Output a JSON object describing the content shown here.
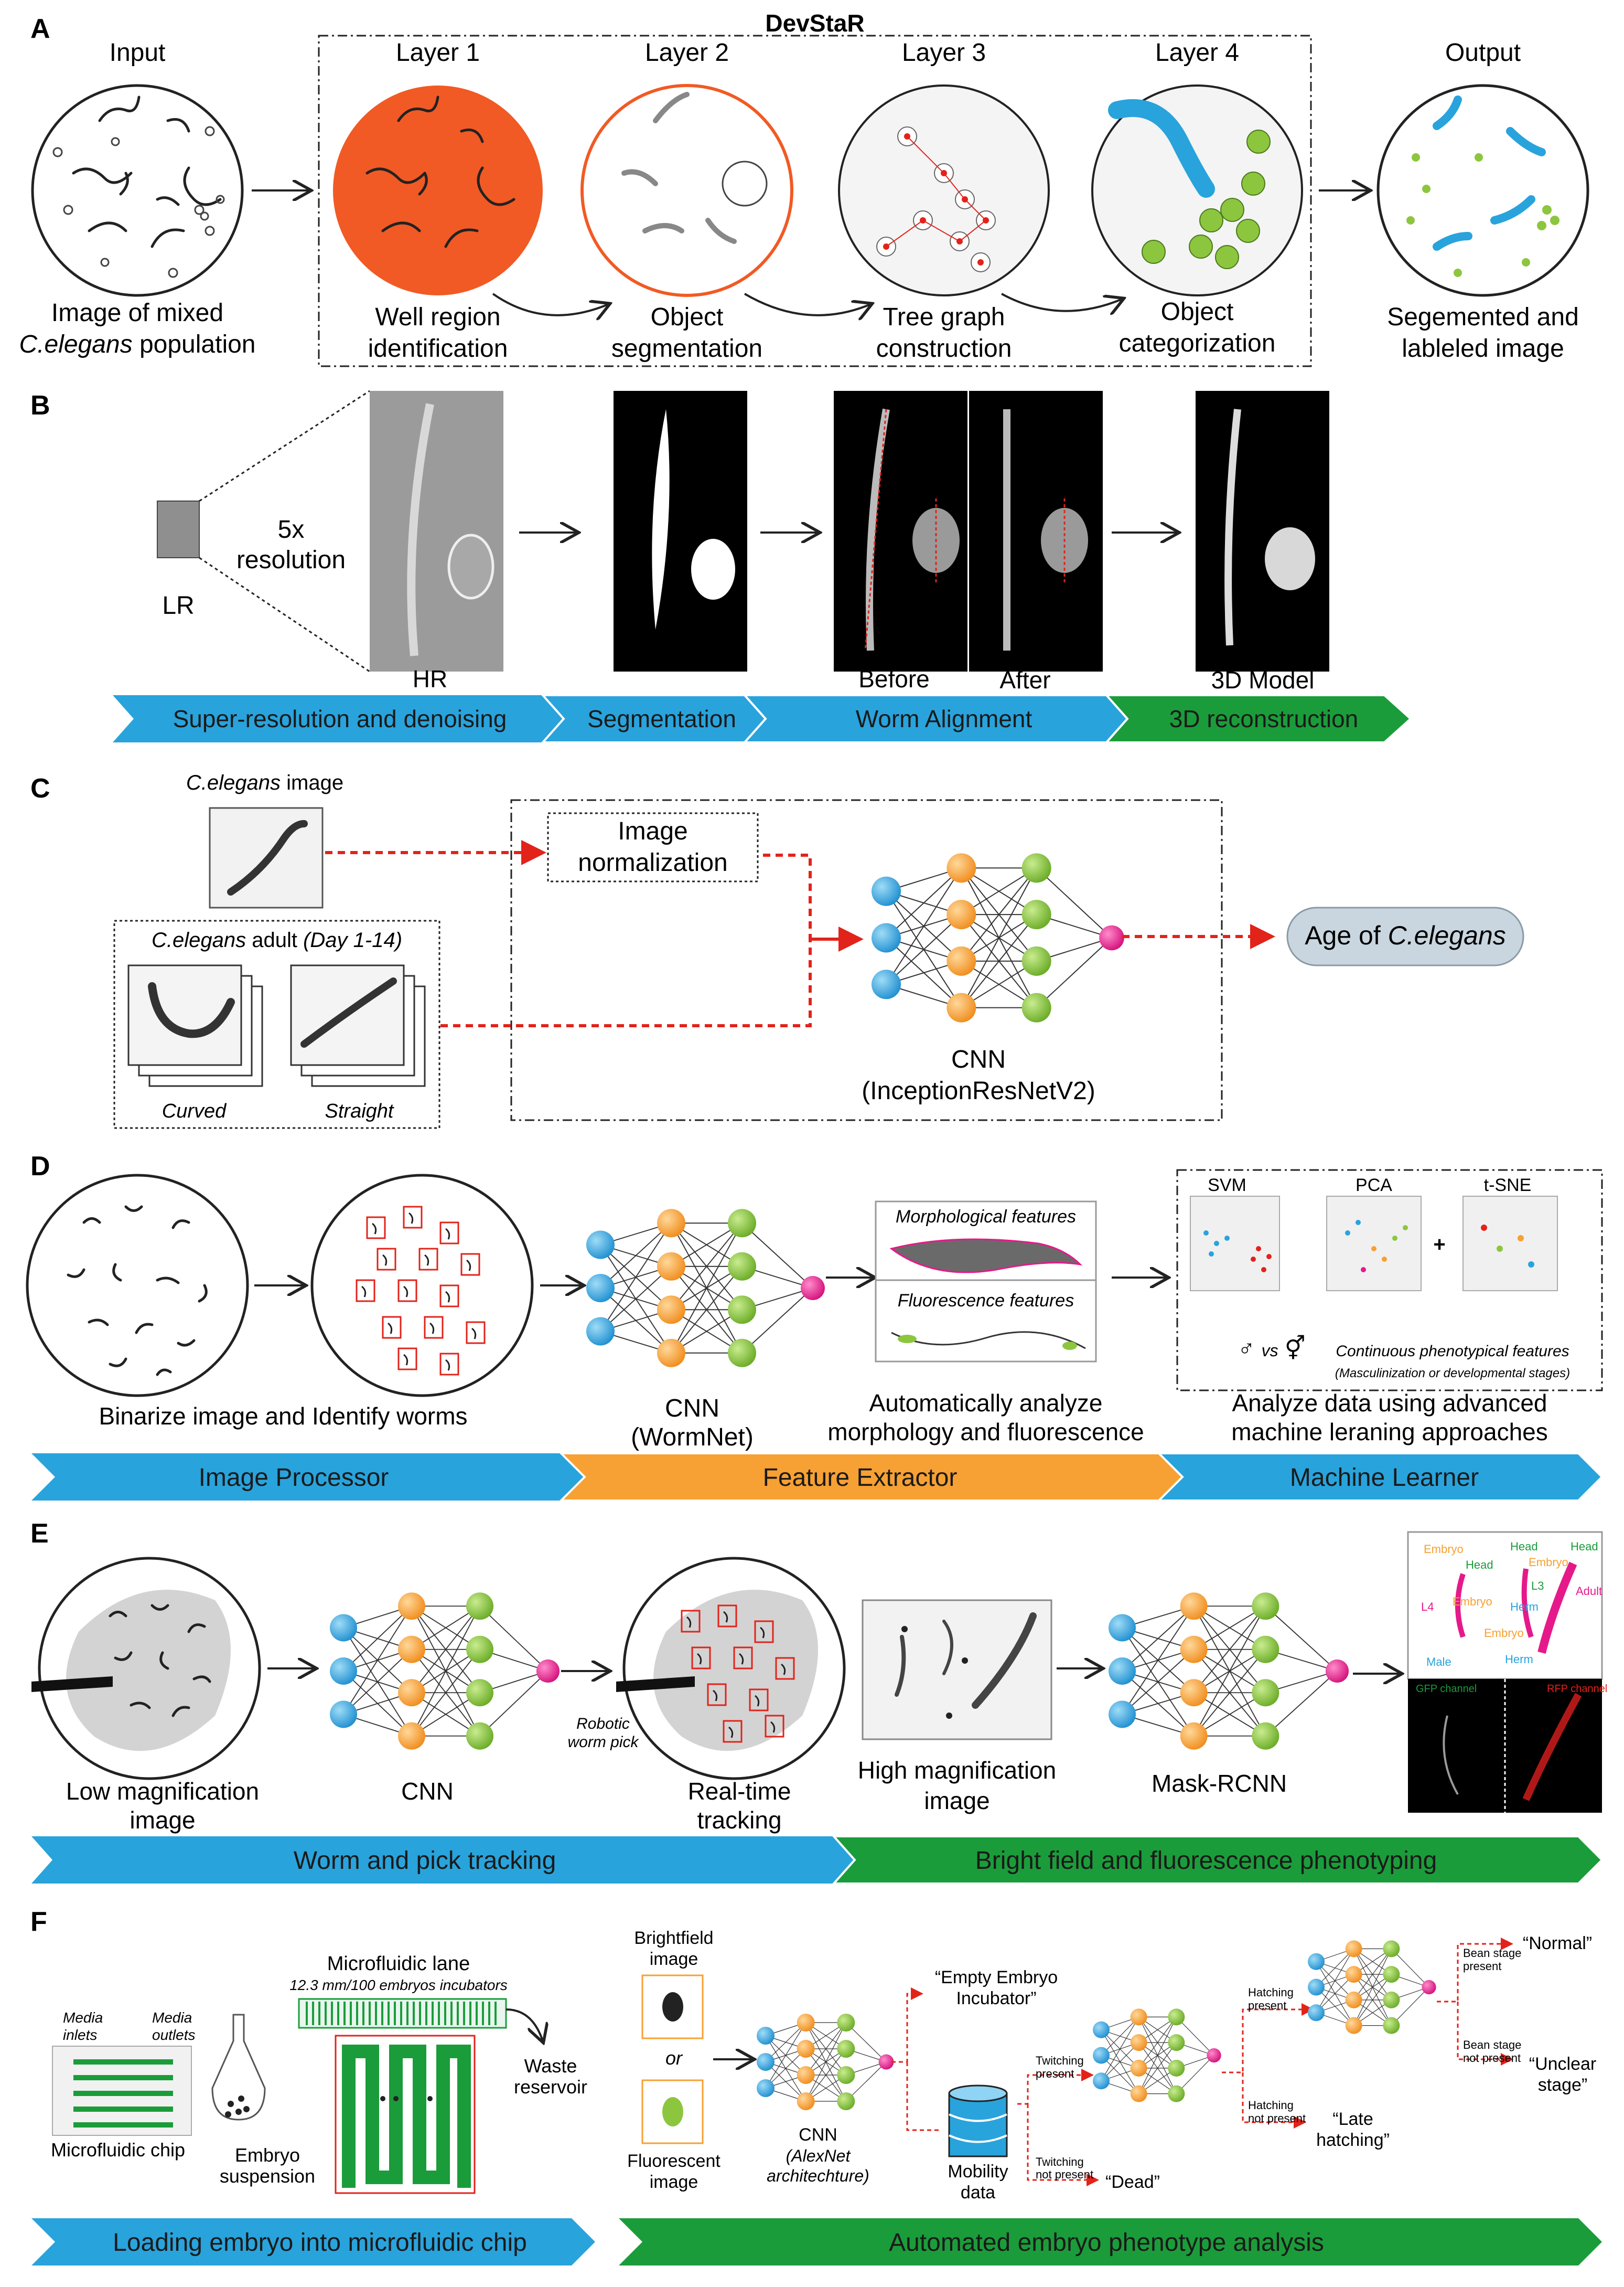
{
  "colors": {
    "blue": "#29a3dc",
    "orange": "#f7a033",
    "green": "#1b9c3a",
    "lime": "#8cc63f",
    "pink": "#e6198a",
    "red": "#e2231a",
    "layer1": "#f15a24",
    "grey_node": "#c9d6df"
  },
  "panels": {
    "A": {
      "letter": "A",
      "devstar": "DevStaR",
      "input": "Input",
      "output": "Output",
      "layers": [
        "Layer 1",
        "Layer 2",
        "Layer 3",
        "Layer 4"
      ],
      "input_caption_1": "Image of mixed",
      "input_caption_2a": "C.elegans",
      "input_caption_2b": " population",
      "steps": [
        [
          "Well region",
          "identification"
        ],
        [
          "Object",
          "segmentation"
        ],
        [
          "Tree graph",
          "construction"
        ],
        [
          "Object",
          "categorization"
        ]
      ],
      "output_caption": [
        "Segemented and",
        "lableled image"
      ]
    },
    "B": {
      "letter": "B",
      "lr": "LR",
      "res": [
        "5x",
        "resolution"
      ],
      "hr": "HR",
      "before": "Before",
      "after": "After",
      "model": "3D Model",
      "banners": [
        "Super-resolution and denoising",
        "Segmentation",
        "Worm Alignment",
        "3D reconstruction"
      ]
    },
    "C": {
      "letter": "C",
      "image_label_it": "C.elegans",
      "image_label_rest": " image",
      "adult_it": "C.elegans",
      "adult_rest": " adult ",
      "adult_days": "(Day 1-14)",
      "curved": "Curved",
      "straight": "Straight",
      "norm": [
        "Image",
        "normalization"
      ],
      "cnn": [
        "CNN",
        "(InceptionResNetV2)"
      ],
      "age_pre": "Age of ",
      "age_it": "C.elegans"
    },
    "D": {
      "letter": "D",
      "binarize": "Binarize image and Identify worms",
      "cnn": [
        "CNN",
        "(WormNet)"
      ],
      "morph": "Morphological features",
      "fluor": "Fluorescence features",
      "analyze": [
        "Automatically analyze",
        "morphology and fluorescence"
      ],
      "svm": "SVM",
      "pca": "PCA",
      "tsne": "t-SNE",
      "plus": "+",
      "vs": "vs",
      "continuous": "Continuous phenotypical features",
      "masc": "(Masculinization or developmental stages)",
      "ml": [
        "Analyze data using advanced",
        "machine leraning approaches"
      ],
      "banners": [
        "Image Processor",
        "Feature Extractor",
        "Machine Learner"
      ]
    },
    "E": {
      "letter": "E",
      "low": [
        "Low magnification",
        "image"
      ],
      "cnn": "CNN",
      "pick": [
        "Robotic",
        "worm pick"
      ],
      "rt": [
        "Real-time",
        "tracking"
      ],
      "high": [
        "High magnification",
        "image"
      ],
      "mask": "Mask-RCNN",
      "labels": [
        "Embryo",
        "Head",
        "Head",
        "Embryo",
        "L3",
        "Head",
        "L4",
        "Embryo",
        "Herm",
        "Adult",
        "Embryo",
        "Male",
        "Herm"
      ],
      "gfp": "GFP channel",
      "rfp": "RFP channel",
      "banners": [
        "Worm and pick tracking",
        "Bright field and fluorescence phenotyping"
      ]
    },
    "F": {
      "letter": "F",
      "lane": "Microfluidic lane",
      "lane_sub": "12.3 mm/100 embryos incubators",
      "inlets": [
        "Media",
        "inlets"
      ],
      "outlets": [
        "Media",
        "outlets"
      ],
      "chip": "Microfluidic chip",
      "embryo": [
        "Embryo",
        "suspension"
      ],
      "waste": [
        "Waste",
        "reservoir"
      ],
      "bf": [
        "Brightfield",
        "image"
      ],
      "or": "or",
      "fl": [
        "Fluorescent",
        "image"
      ],
      "cnn": "CNN",
      "alexnet": [
        "(AlexNet",
        "architechture)"
      ],
      "empty": [
        "“Empty Embryo",
        "Incubator”"
      ],
      "mobility": [
        "Mobility",
        "data"
      ],
      "twitch_yes": [
        "Twitching",
        "present"
      ],
      "twitch_no": [
        "Twitching",
        "not present"
      ],
      "dead": "“Dead”",
      "hatch_yes": [
        "Hatching",
        "present"
      ],
      "hatch_no": [
        "Hatching",
        "not present"
      ],
      "late": [
        "“Late",
        "hatching”"
      ],
      "bean_yes": [
        "Bean stage",
        "present"
      ],
      "bean_no": [
        "Bean stage",
        "not present"
      ],
      "normal": "“Normal”",
      "unclear": [
        "“Unclear",
        "stage”"
      ],
      "banners": [
        "Loading embryo into microfluidic chip",
        "Automated embryo phenotype analysis"
      ]
    }
  }
}
